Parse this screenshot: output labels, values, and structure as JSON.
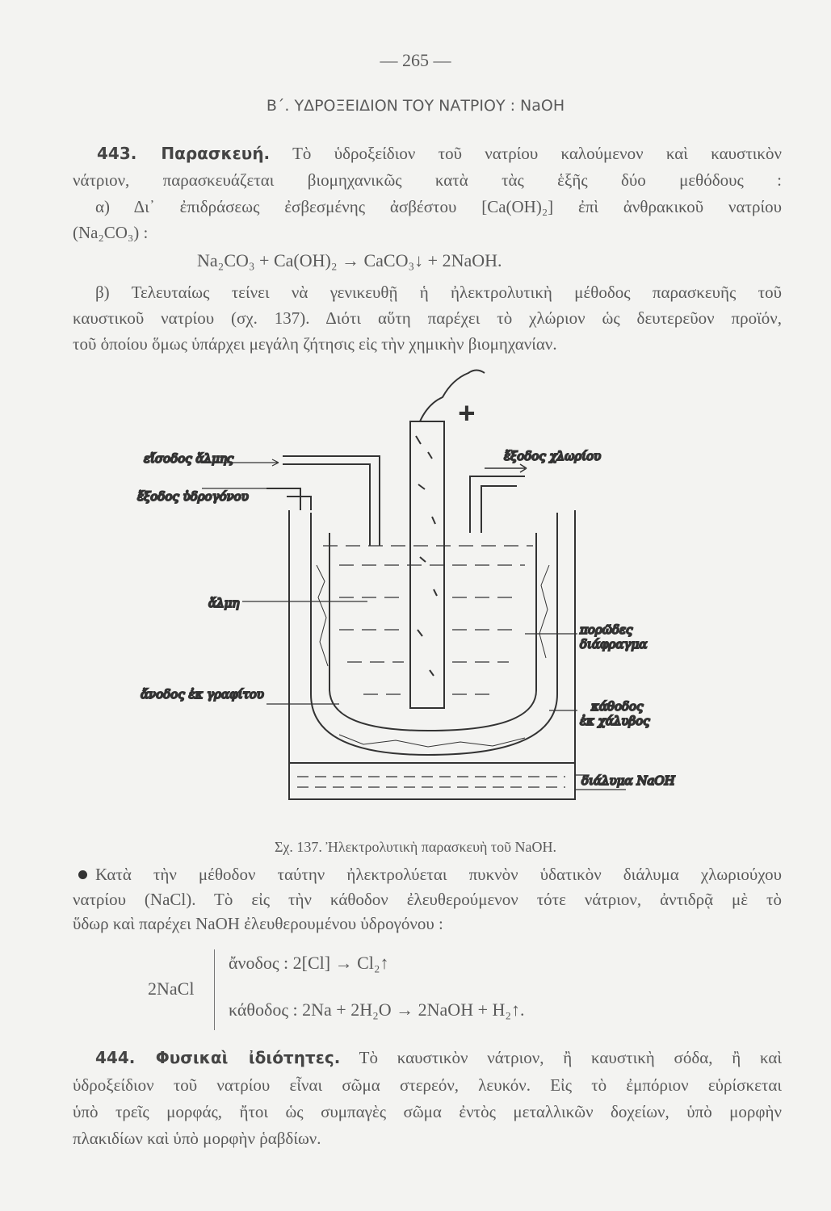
{
  "page_number": "— 265 —",
  "chapter_heading": "Β΄. ΥΔΡΟΞΕΙΔΙΟΝ ΤΟΥ ΝΑΤΡΙΟΥ : NaOH",
  "section_443": {
    "number_title": "443. Παρασκευή.",
    "lines": [
      " Τὸ ὑδροξείδιον τοῦ νατρίου καλούμενον καὶ καυστικὸν",
      "νάτριον, παρασκευάζεται βιομηχανικῶς κατὰ τὰς ἑξῆς δύο μεθόδους :",
      "α) Δι᾽ ἐπιδράσεως ἐσβεσμένης ἀσβέστου [Ca(OH)₂] ἐπὶ ἀνθρακικοῦ νατρίου",
      "(Na₂CO₃) :"
    ],
    "equation": "Na₂CO₃ + Ca(OH)₂ → CaCO₃↓ + 2NaOH.",
    "lines_b": [
      "β) Τελευταίως τείνει νὰ γενικευθῇ ἡ ἠλεκτρολυτικὴ μέθοδος παρασκευῆς τοῦ",
      "καυστικοῦ νατρίου (σχ. 137). Διότι αὕτη παρέχει τὸ χλώριον ὡς δευτερεῦον προϊόν,",
      "τοῦ ὁποίου ὅμως ὑπάρχει μεγάλη ζήτησις εἰς τὴν χημικὴν βιομηχανίαν."
    ]
  },
  "figure": {
    "labels": {
      "brine_inlet": "εἴσοδος ἅλμης",
      "hydrogen_outlet": "ἔξοδος ὑδρογόνου",
      "chlorine_outlet": "ἔξοδος χλωρίου",
      "brine": "ἅλμη",
      "porous_diaphragm_1": "πορῶδες",
      "porous_diaphragm_2": "διάφραγμα",
      "graphite_anode": "ἄνοδος ἐκ γραφίτου",
      "steel_cathode_1": "κάθοδος",
      "steel_cathode_2": "ἐκ χάλυβος",
      "naoh_solution": "διάλυμα NaOH",
      "plus": "+"
    },
    "caption": "Σχ. 137. Ἠλεκτρολυτικὴ παρασκευὴ τοῦ NaOH."
  },
  "electrolysis": {
    "lines": [
      "Κατὰ τὴν μέθοδον ταύτην ἠλεκτρολύεται πυκνὸν ὑδατικὸν διάλυμα χλωριούχου",
      "νατρίου (NaCl). Τὸ εἰς τὴν κάθοδον ἐλευθερούμενον τότε νάτριον, ἀντιδρᾷ μὲ τὸ",
      "ὕδωρ καὶ παρέχει NaOH ἐλευθερουμένου ὑδρογόνου :"
    ],
    "reactant": "2NaCl",
    "anode_eq": "ἄνοδος : 2[Cl] → Cl₂↑",
    "cathode_eq": "κάθοδος : 2Na + 2H₂O → 2NaOH + H₂↑."
  },
  "section_444": {
    "number_title": "444. Φυσικαὶ ἰδιότητες.",
    "lines": [
      " Τὸ καυστικὸν νάτριον, ἢ καυστικὴ σόδα, ἢ καὶ",
      "ὑδροξείδιον τοῦ νατρίου εἶναι σῶμα στερεόν, λευκόν. Εἰς τὸ ἐμπόριον εὑρίσκεται",
      "ὑπὸ τρεῖς μορφάς, ἤτοι ὡς συμπαγὲς σῶμα ἐντὸς μεταλλικῶν δοχείων, ὑπὸ μορφὴν",
      "πλακιδίων καὶ ὑπὸ μορφὴν ῥαβδίων."
    ]
  }
}
